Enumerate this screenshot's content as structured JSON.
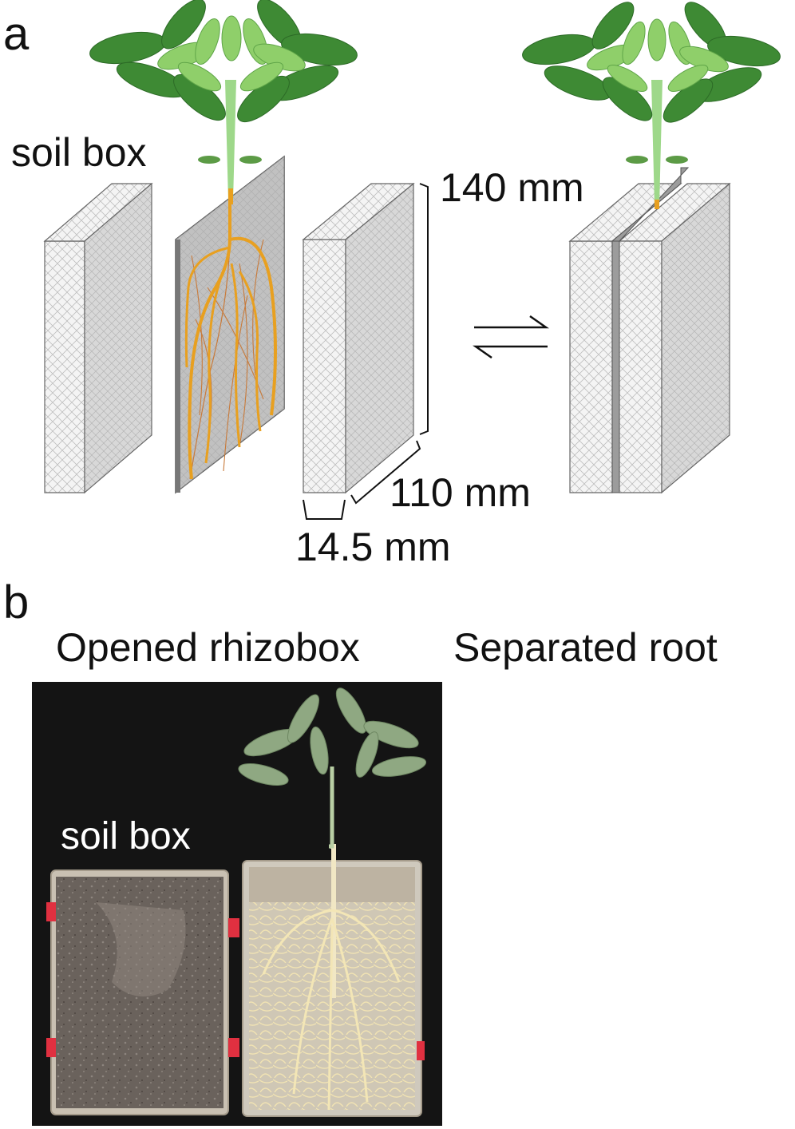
{
  "panel_a": {
    "letter": "a",
    "soil_box_label": "soil box",
    "height_dim": "140 mm",
    "width_dim": "110 mm",
    "depth_dim": "14.5 mm",
    "equilibrium_symbol": "⇌"
  },
  "panel_b": {
    "letter": "b",
    "left_title": "Opened rhizobox",
    "right_title": "Separated root",
    "soil_box_label": "soil box"
  },
  "colors": {
    "leaf_dark": "#3e8a34",
    "leaf_light": "#8fcf6a",
    "stem": "#9ed88a",
    "root": "#e8a020",
    "root_fine": "#c87a3a",
    "panel_front": "#f2f2f2",
    "panel_side": "#dcdcdc",
    "photo_bg": "#141414",
    "tape": "#e03040"
  }
}
